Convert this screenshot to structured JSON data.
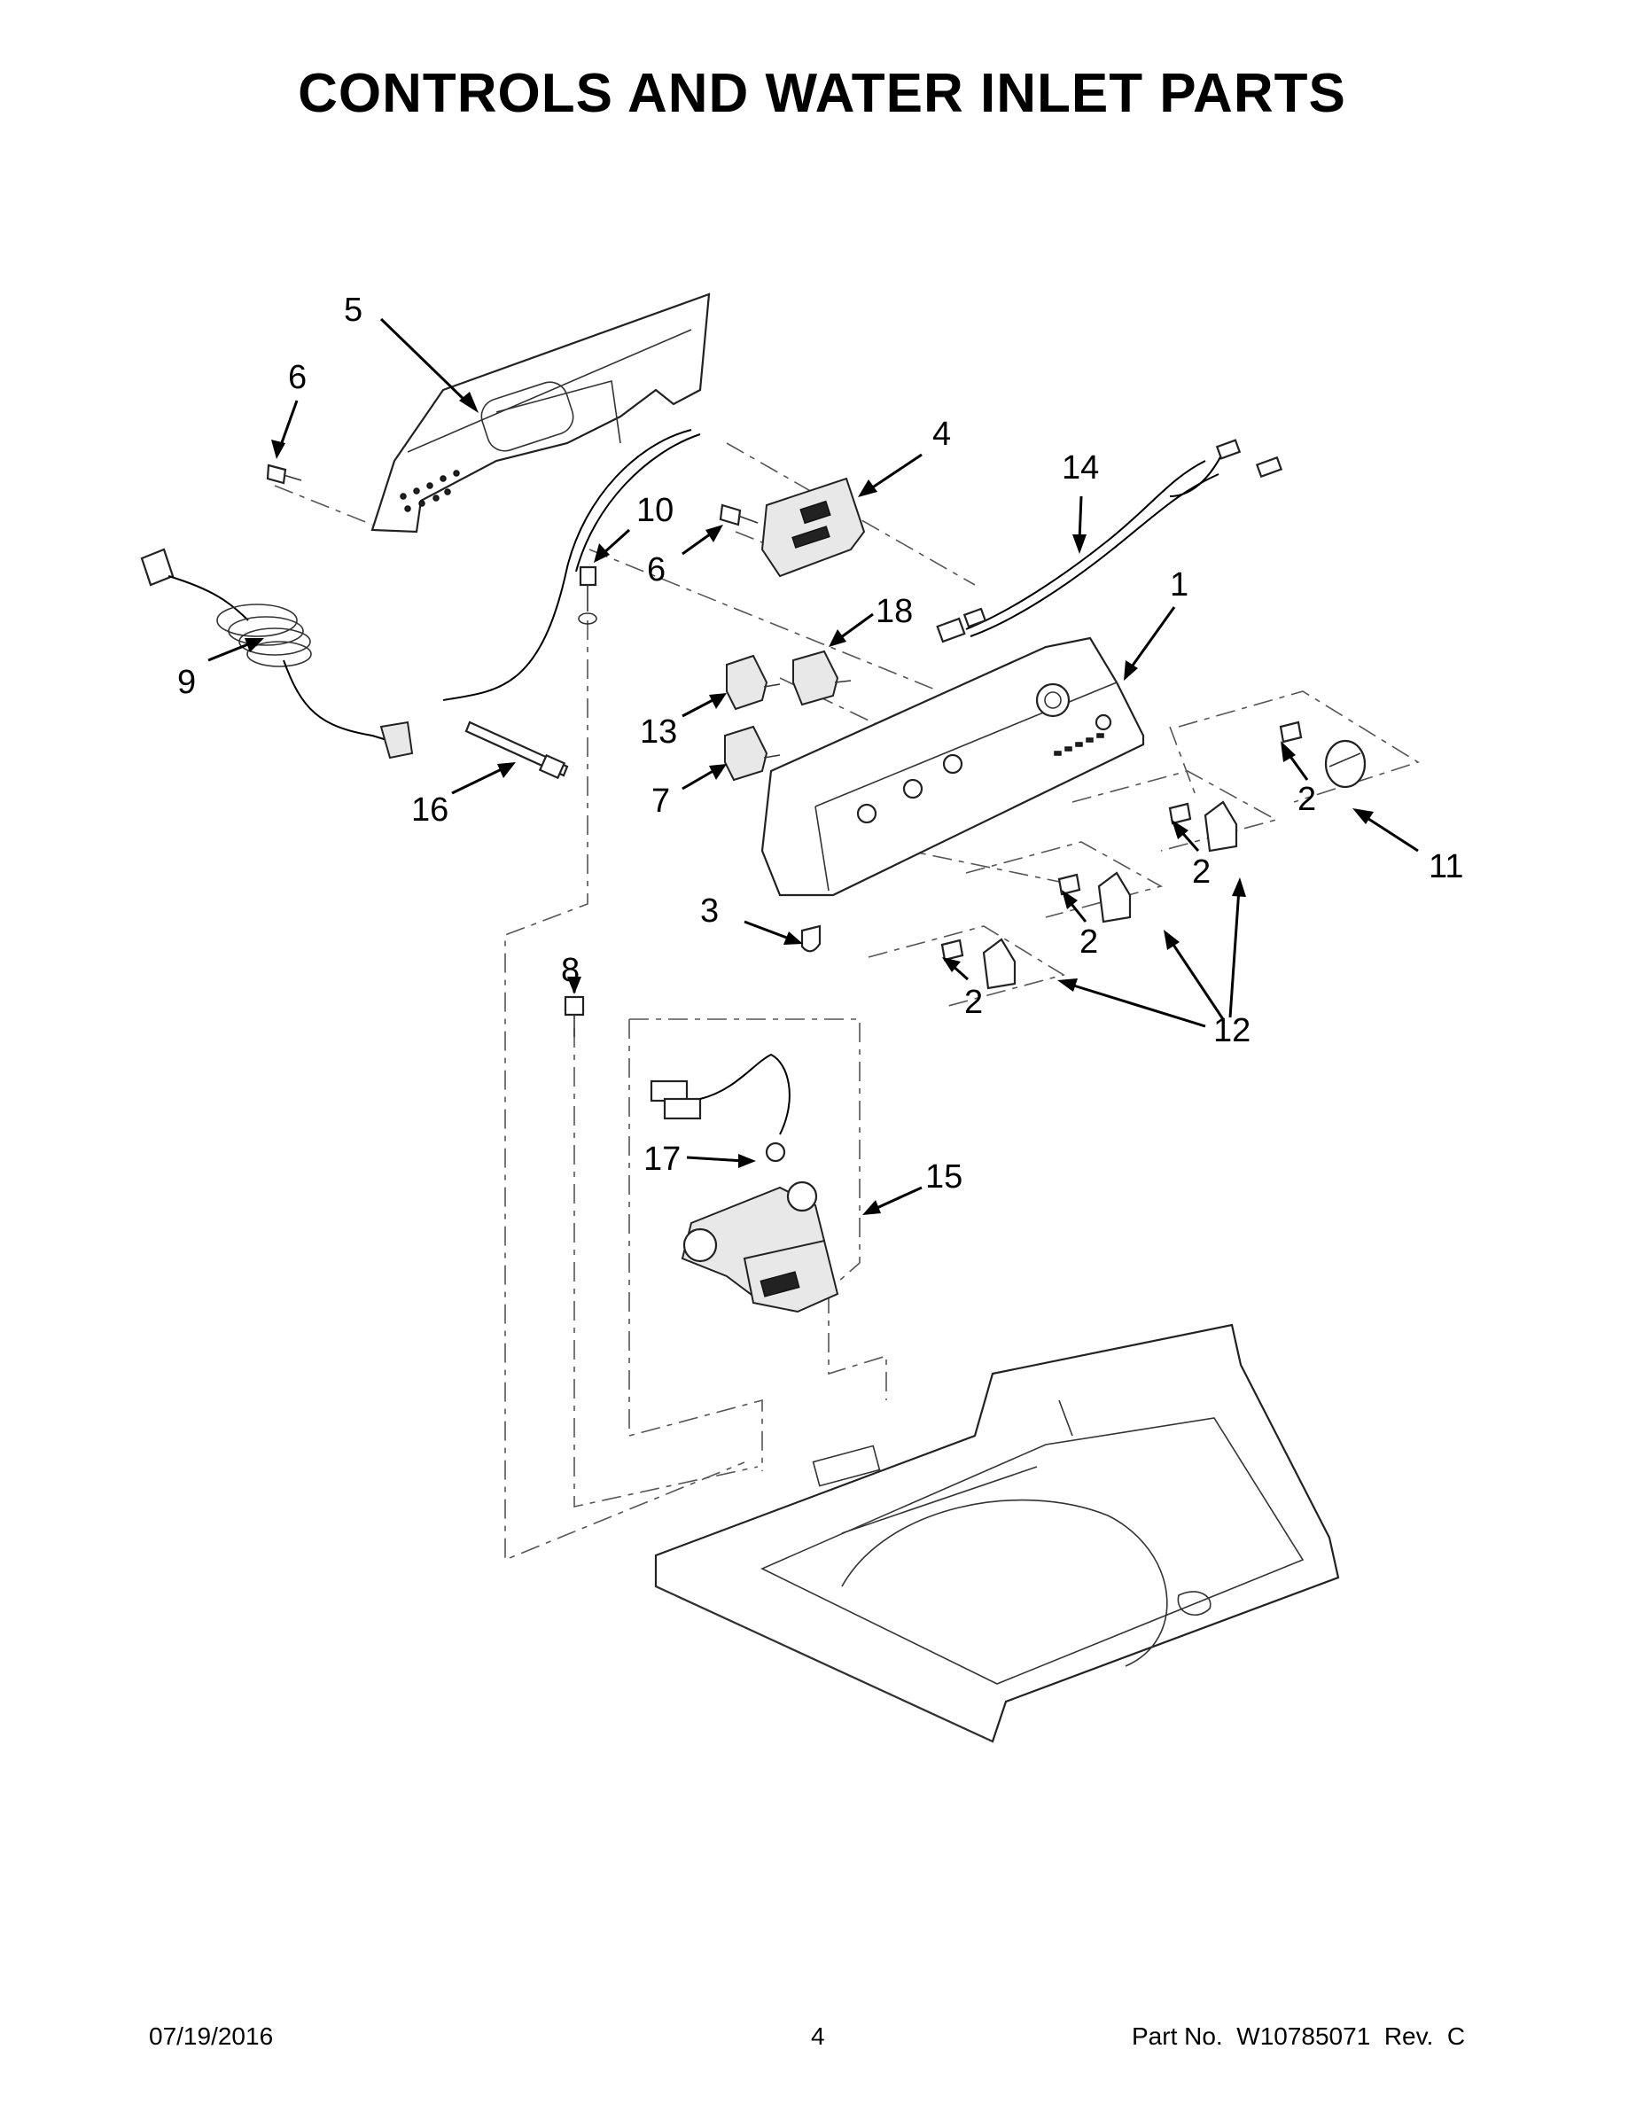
{
  "title": "CONTROLS AND WATER INLET PARTS",
  "callouts": [
    {
      "id": "c1",
      "label": "1"
    },
    {
      "id": "c2a",
      "label": "2"
    },
    {
      "id": "c2b",
      "label": "2"
    },
    {
      "id": "c2c",
      "label": "2"
    },
    {
      "id": "c2d",
      "label": "2"
    },
    {
      "id": "c3",
      "label": "3"
    },
    {
      "id": "c4",
      "label": "4"
    },
    {
      "id": "c5",
      "label": "5"
    },
    {
      "id": "c6a",
      "label": "6"
    },
    {
      "id": "c6b",
      "label": "6"
    },
    {
      "id": "c7",
      "label": "7"
    },
    {
      "id": "c8",
      "label": "8"
    },
    {
      "id": "c9",
      "label": "9"
    },
    {
      "id": "c10",
      "label": "10"
    },
    {
      "id": "c11",
      "label": "11"
    },
    {
      "id": "c12",
      "label": "12"
    },
    {
      "id": "c13",
      "label": "13"
    },
    {
      "id": "c14",
      "label": "14"
    },
    {
      "id": "c15",
      "label": "15"
    },
    {
      "id": "c16",
      "label": "16"
    },
    {
      "id": "c17",
      "label": "17"
    },
    {
      "id": "c18",
      "label": "18"
    }
  ],
  "footer": {
    "date": "07/19/2016",
    "page": "4",
    "part_no": "Part No.  W10785071  Rev.  C"
  }
}
